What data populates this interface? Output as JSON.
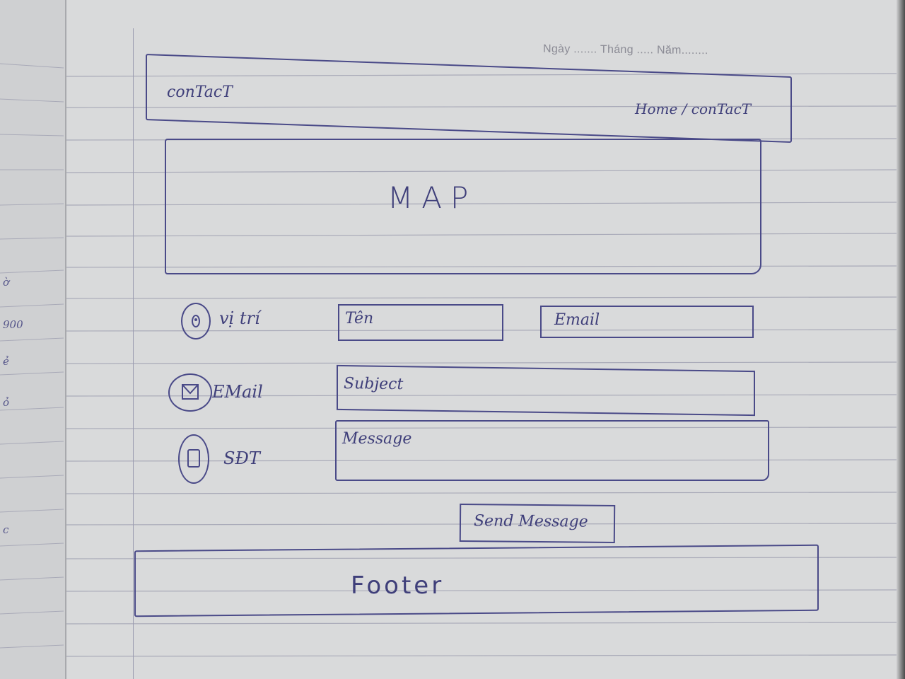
{
  "notebook": {
    "date_header": "Ngày ....... Tháng ..... Năm........",
    "left_page_scribbles": [
      "ờ",
      "900",
      "ẻ",
      "ỏ",
      "c"
    ]
  },
  "sketch": {
    "header": {
      "title": "conTacT",
      "breadcrumb": "Home / conTacT"
    },
    "map": {
      "label": "MAP"
    },
    "contact_info": [
      {
        "icon": "location-icon",
        "label": "vị trí"
      },
      {
        "icon": "mail-icon",
        "label": "EMail"
      },
      {
        "icon": "phone-icon",
        "label": "SĐT"
      }
    ],
    "form": {
      "name_placeholder": "Tên",
      "email_placeholder": "Email",
      "subject_placeholder": "Subject",
      "message_placeholder": "Message",
      "send_label": "Send Message"
    },
    "footer": {
      "label": "Footer"
    }
  },
  "colors": {
    "ink": "#3f3f7a",
    "paper": "#d9dadb",
    "rule_line": "#a9aab8"
  }
}
